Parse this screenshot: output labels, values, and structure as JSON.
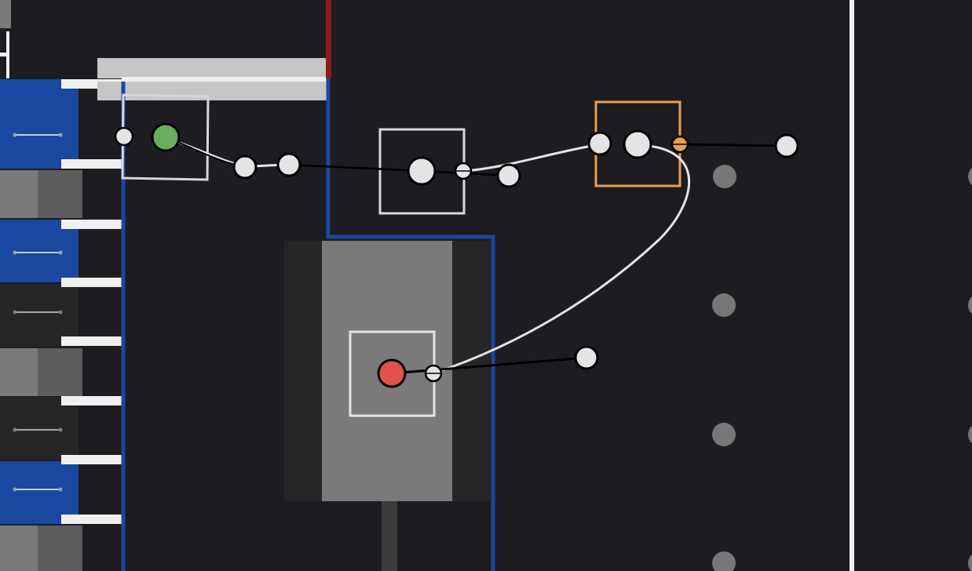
{
  "canvas": {
    "background": "#1d1c20"
  },
  "colors": {
    "blue_frame": "#1a48a0",
    "blue_block": "#1a48a0",
    "red_accent": "#8a1c1c",
    "orange_select": "#e8a050",
    "green_node": "#69ad5c",
    "red_node": "#e0524a",
    "node_fill": "#e4e4e6",
    "dim_node": "#777777",
    "grey_light": "#7a7a7a",
    "grey_mid": "#5d5d5d",
    "grey_dark": "#262626",
    "white": "#f0f0f0"
  },
  "diagram": {
    "start_node": "green-start-node",
    "end_node": "red-end-node",
    "selected_frame": "orange-selected-frame",
    "waypoint_count": 11,
    "guide_dot_columns": 2
  }
}
